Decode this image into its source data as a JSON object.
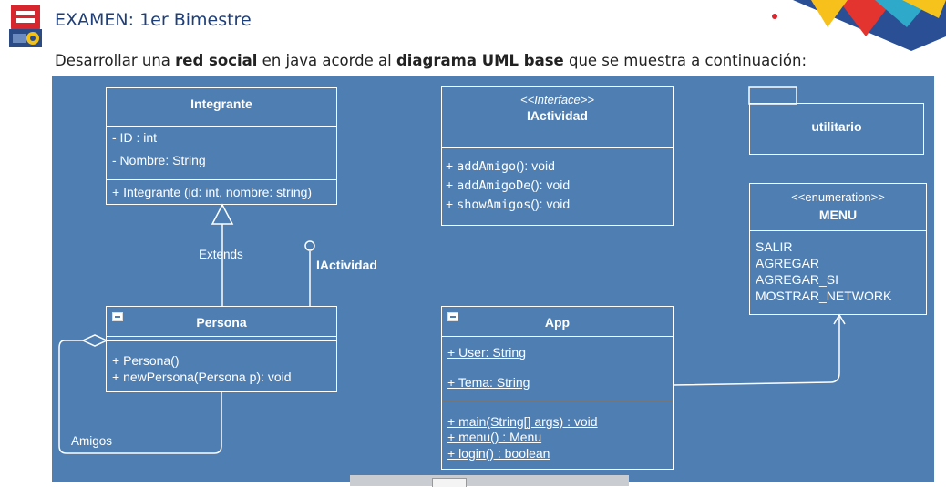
{
  "header": {
    "title": "EXAMEN: 1er Bimestre",
    "description": {
      "p1": "Desarrollar una ",
      "b1": "red social",
      "p2": " en java acorde al ",
      "b2": "diagrama UML base",
      "p3": " que se muestra a continuación:"
    }
  },
  "diagram": {
    "integrante": {
      "name": "Integrante",
      "attributes": [
        "- ID : int",
        "- Nombre: String"
      ],
      "methods": [
        "+ Integrante (id: int, nombre: string)"
      ]
    },
    "iactividad": {
      "stereotype": "<<Interface>>",
      "name": "IActividad",
      "methods": [
        {
          "prefix": "+ ",
          "name": "addAmigo",
          "suffix": "(): void"
        },
        {
          "prefix": "+ ",
          "name": "addAmigoDe",
          "suffix": "(): void"
        },
        {
          "prefix": "+ ",
          "name": "showAmigos",
          "suffix": "(): void"
        }
      ]
    },
    "utilitario": {
      "name": "utilitario"
    },
    "menu": {
      "stereotype": "<<enumeration>>",
      "name": "MENU",
      "values": [
        "SALIR",
        "AGREGAR",
        "AGREGAR_SI",
        "MOSTRAR_NETWORK"
      ]
    },
    "persona": {
      "name": "Persona",
      "methods": [
        "+ Persona()",
        "+ newPersona(Persona p): void"
      ]
    },
    "app": {
      "name": "App",
      "attributes": [
        "+ User: String",
        "+ Tema: String"
      ],
      "methods": [
        "+ main(String[] args) : void",
        "+ menu() : Menu",
        "+ login() : boolean "
      ]
    },
    "labels": {
      "extends": "Extends",
      "interface_lollipop": "IActividad",
      "amigos": "Amigos"
    }
  },
  "colors": {
    "canvas": "#4f7fb2",
    "title": "#1f3f78",
    "line": "#ffffff"
  }
}
